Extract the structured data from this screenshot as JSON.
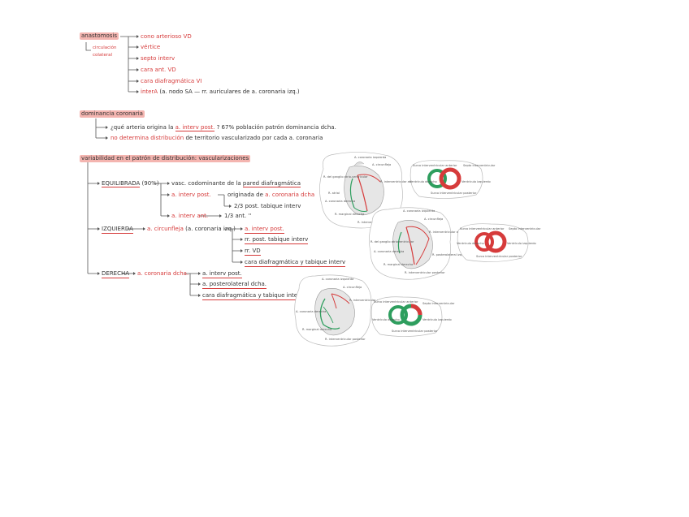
{
  "anastomosis": {
    "title": "anastomosis",
    "sub": "circulación colateral",
    "items": [
      "cono arterioso VD",
      "vértice",
      "septo interv",
      "cara ant. VD",
      "cara diafragmática VI"
    ],
    "last_red": "interA",
    "last_rest": "(a. nodo SA — rr. auriculares de a. coronaria izq.)"
  },
  "dominancia": {
    "title": "dominancia coronaria",
    "q_a": "¿qué arteria origina la",
    "q_b": "a. interv post.",
    "q_c": "? 67% población patrón dominancia dcha.",
    "d_a": "no determina distribución",
    "d_b": "de territorio vascularizado por cada a. coronaria"
  },
  "variabilidad": {
    "title": "variabilidad en el patrón de distribución: vascularizaciones",
    "equil": "EQUILIBRADA",
    "equil_pct": "(90%)",
    "equil_1": "vasc. codominante de la",
    "equil_1b": "pared diafragmática",
    "equil_2": "a. interv post.",
    "equil_2a": "originada de",
    "equil_2b": "a. coronaria dcha",
    "equil_2c": "2/3 post. tabique interv",
    "equil_3": "a. interv ant.",
    "equil_3b": "1/3 ant. ''",
    "izq": "IZQUIERDA",
    "izq_a": "a. circunfleja",
    "izq_b": "(a. coronaria izq.)",
    "izq_items": [
      "a. interv post.",
      "rr. post. tabique interv",
      "rr. VD",
      "cara diafragmática y tabique interv"
    ],
    "der": "DERECHA",
    "der_a": "a. coronaria dcha.",
    "der_items": [
      "a. interv post.",
      "a. posterolateral dcha.",
      "cara diafragmática y tabique interv"
    ]
  },
  "figures": {
    "fig1_labels": [
      "A. coronaria izquierda",
      "A. circunfleja",
      "R. del ganglio atrio-ventricular",
      "R. interventricular anterior",
      "A. coronaria derecha",
      "R. atrial",
      "R. marginal derecha",
      "R. interventricular posterior"
    ],
    "fig2_labels": [
      "A. coronaria izquierda",
      "A. circunfleja",
      "R. interventricular anterior",
      "R. del ganglio atrioventricular",
      "A. coronaria derecha",
      "R. posterolateral izquierda",
      "R. marginal derecha",
      "R. interventricular posterior"
    ],
    "fig3_labels": [
      "A. coronaria izquierda",
      "A. circunfleja",
      "R. interventricular anterior",
      "A. coronaria derecha",
      "R. marginal derecha",
      "R. interventricular posterior"
    ],
    "ring_labels": [
      "Surco interventricular anterior",
      "Septo interventricular",
      "Ventrículo derecho",
      "Ventrículo izquierdo",
      "Surco interventricular posterior"
    ]
  }
}
